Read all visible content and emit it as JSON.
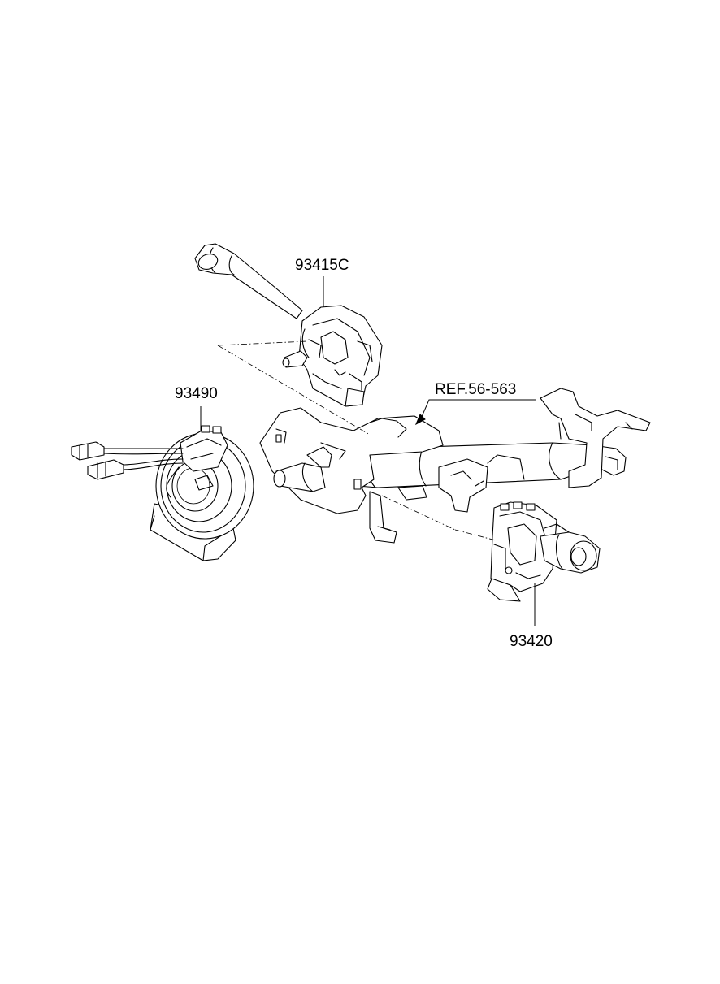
{
  "labels": {
    "multifunction_switch": "93415C",
    "column_reference": "REF.56-563",
    "clock_spring": "93490",
    "wiper_switch": "93420"
  },
  "colors": {
    "line": "#000000",
    "background": "#ffffff"
  }
}
